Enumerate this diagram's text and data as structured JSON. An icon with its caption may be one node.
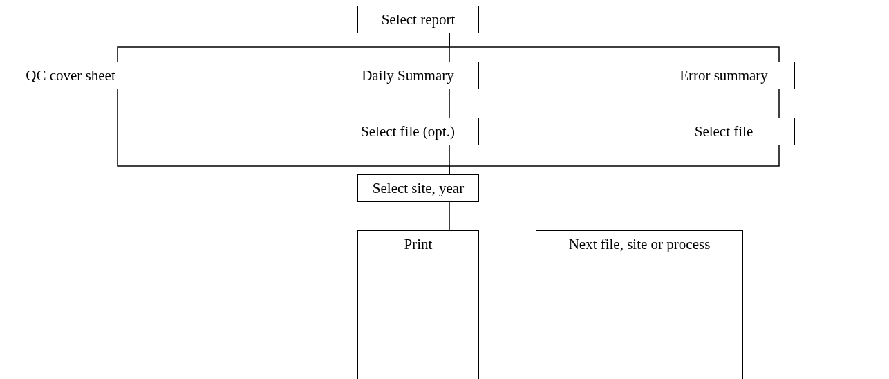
{
  "diagram": {
    "nodes": [
      {
        "text": [
          "Select report"
        ]
      },
      {
        "text": [
          "QC cover sheet"
        ]
      },
      {
        "text": [
          "Daily Summary"
        ]
      },
      {
        "text": [
          "Error summary"
        ]
      },
      {
        "text": [
          "Select file (opt.)"
        ]
      },
      {
        "text": [
          "Select file"
        ]
      },
      {
        "text": [
          "Select site, year"
        ]
      },
      {
        "text": [
          "Print"
        ]
      },
      {
        "text": [
          "Next file, site or process"
        ]
      }
    ],
    "edges": [
      {
        "from": 0,
        "to": 1,
        "arrow": "none"
      },
      {
        "from": 0,
        "to": 2,
        "arrow": "none"
      },
      {
        "from": 0,
        "to": 3,
        "arrow": "none"
      },
      {
        "from": 2,
        "to": 4,
        "arrow": "none"
      },
      {
        "from": 3,
        "to": 5,
        "arrow": "none"
      },
      {
        "from": 1,
        "to": 6,
        "arrow": "none"
      },
      {
        "from": 4,
        "to": 6,
        "arrow": "none"
      },
      {
        "from": 5,
        "to": 6,
        "arrow": "none"
      },
      {
        "from": 6,
        "to": 7,
        "arrow": "none"
      }
    ]
  }
}
